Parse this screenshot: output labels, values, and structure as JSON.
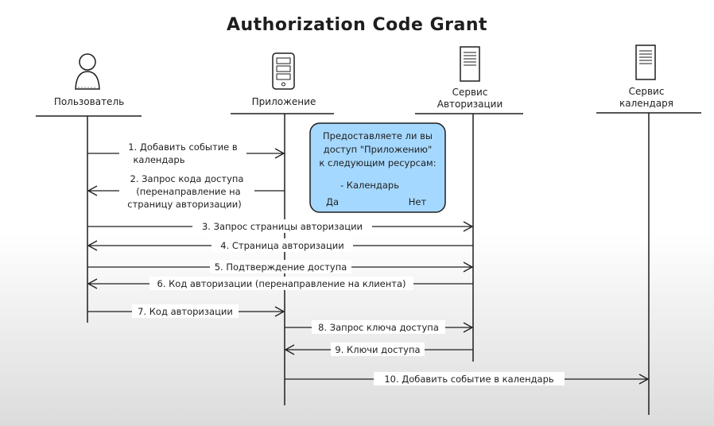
{
  "title": "Authorization Code Grant",
  "actors": [
    {
      "label": "Пользователь",
      "icon": "user-icon"
    },
    {
      "label": "Приложение",
      "icon": "phone-app-icon"
    },
    {
      "label_lines": [
        "Сервис",
        "Авторизации"
      ],
      "icon": "server-icon"
    },
    {
      "label_lines": [
        "Сервис",
        "календаря"
      ],
      "icon": "server-icon"
    }
  ],
  "messages": [
    {
      "lines": [
        "1. Добавить событие в",
        "календарь"
      ],
      "from": "user",
      "to": "app"
    },
    {
      "lines": [
        "2. Запрос кода доступа",
        "(перенаправление на",
        "страницу авторизации)"
      ],
      "from": "app",
      "to": "user"
    },
    {
      "lines": [
        "3. Запрос страницы авторизации"
      ],
      "from": "user",
      "to": "auth"
    },
    {
      "lines": [
        "4. Страница авторизации"
      ],
      "from": "auth",
      "to": "user"
    },
    {
      "lines": [
        "5. Подтверждение доступа"
      ],
      "from": "user",
      "to": "auth"
    },
    {
      "lines": [
        "6. Код авторизации (перенаправление на клиента)"
      ],
      "from": "auth",
      "to": "user"
    },
    {
      "lines": [
        "7. Код авторизации"
      ],
      "from": "user",
      "to": "app"
    },
    {
      "lines": [
        "8. Запрос ключа доступа"
      ],
      "from": "app",
      "to": "auth"
    },
    {
      "lines": [
        "9. Ключи доступа"
      ],
      "from": "auth",
      "to": "app"
    },
    {
      "lines": [
        "10. Добавить событие в календарь"
      ],
      "from": "app",
      "to": "calendar"
    }
  ],
  "consent_box": {
    "lines": [
      "Предоставляете ли вы",
      "доступ \"Приложению\"",
      "к следующим ресурсам:"
    ],
    "item": "- Календарь",
    "yes": "Да",
    "no": "Нет",
    "fill": "#a5d8ff",
    "stroke": "#1e1e1e"
  },
  "colors": {
    "ink": "#1e1e1e",
    "consent_fill": "#a5d8ff"
  }
}
